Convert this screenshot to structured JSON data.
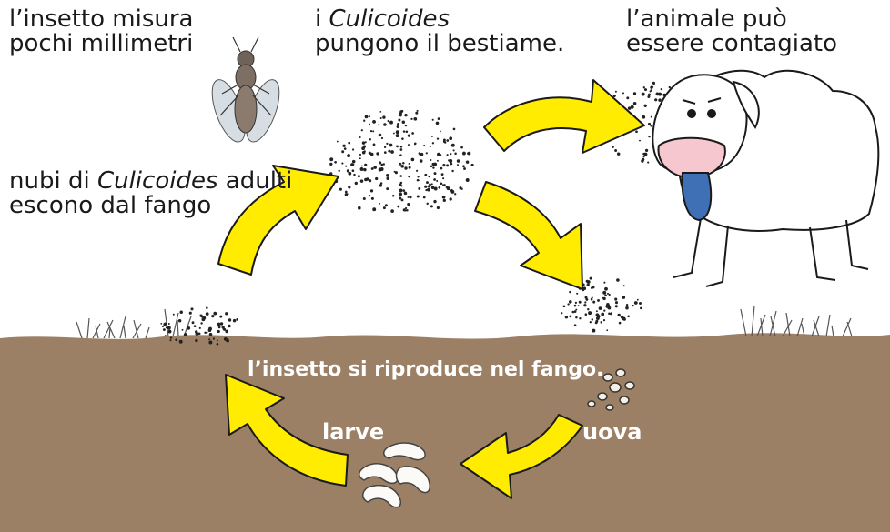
{
  "labels": {
    "insect_size": {
      "line1": "l’insetto misura",
      "line2": "pochi millimetri"
    },
    "bite": {
      "line1_prefix": "i ",
      "line1_italic": "Culicoides",
      "line2": "pungono il bestiame."
    },
    "animal": {
      "line1": "l’animale può",
      "line2": "essere contagiato"
    },
    "clouds": {
      "line1_prefix": "nubi di ",
      "line1_italic": "Culicoides",
      "line1_suffix": " adulti",
      "line2": "escono dal fango"
    },
    "reproduce": "l’insetto si riproduce nel fango.",
    "larvae": "larve",
    "eggs": "uova"
  },
  "colors": {
    "arrow_fill": "#ffec00",
    "arrow_stroke": "#1a1a1a",
    "mud": "#9c8065",
    "sheep_face": "#f6c7cf",
    "tongue": "#3f6fb5"
  },
  "icons": [
    "fly-icon",
    "sheep-icon",
    "larva-icon",
    "egg-icon",
    "grass-icon",
    "insect-swarm-icon"
  ]
}
